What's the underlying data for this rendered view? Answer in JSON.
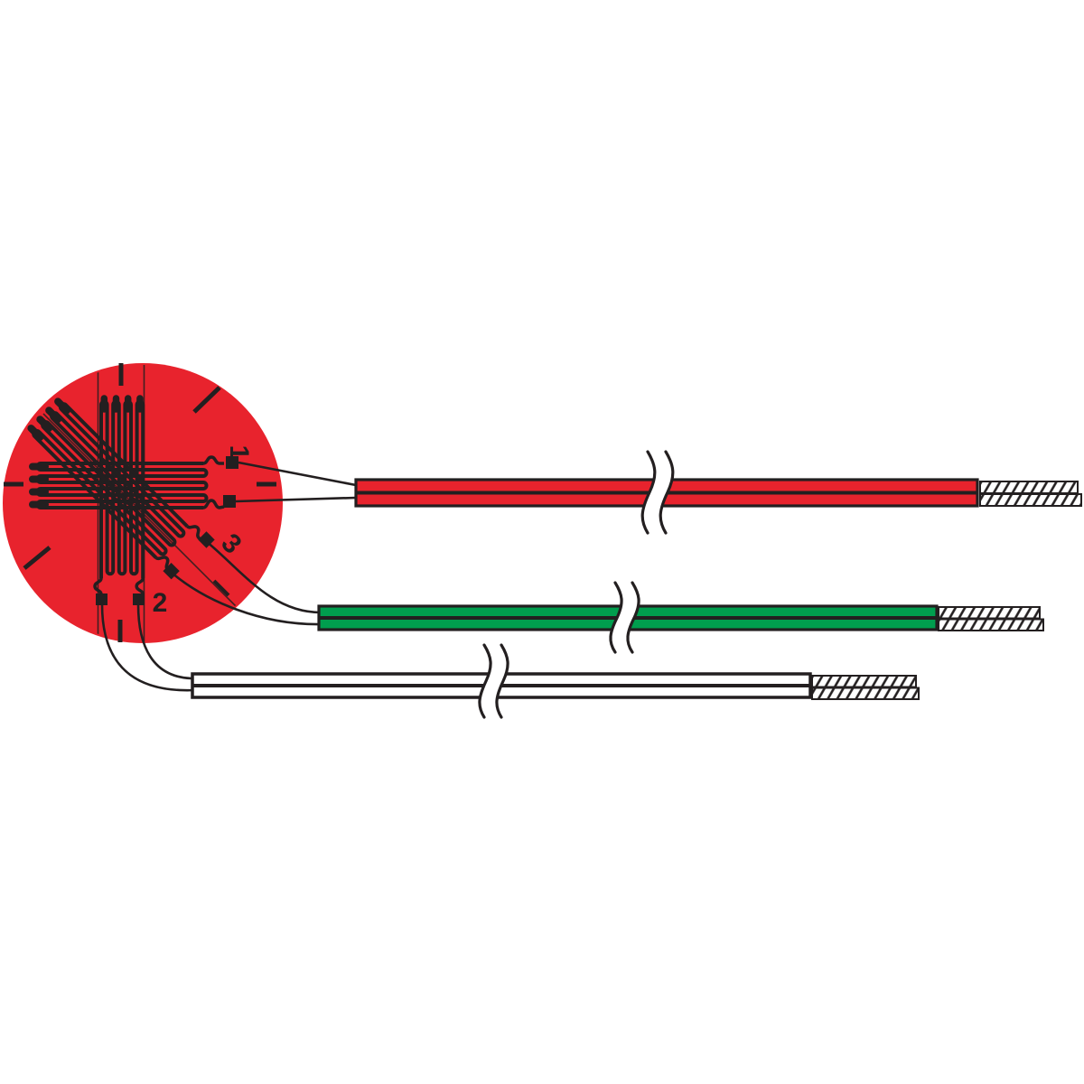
{
  "colors": {
    "backing_red": "#e8232d",
    "wire_red": "#e8232d",
    "wire_green": "#009e4e",
    "wire_white": "#ffffff",
    "outline_black": "#231f20",
    "background": "#ffffff"
  },
  "rosette": {
    "grid_labels": {
      "grid1": "1",
      "grid2": "2",
      "grid3": "3"
    }
  }
}
